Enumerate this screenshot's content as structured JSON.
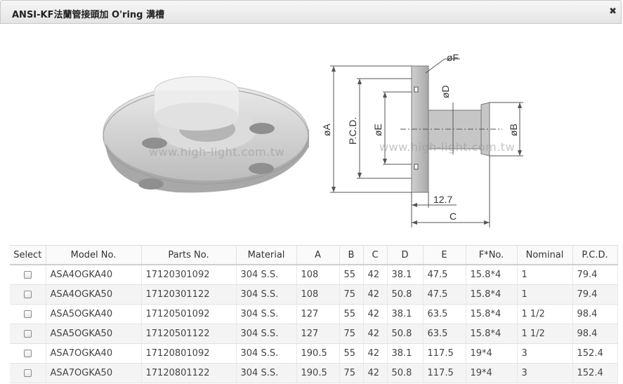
{
  "dialog": {
    "title": "ANSI-KF法蘭管接頭加 O'ring 溝槽",
    "close_symbol": "✖"
  },
  "watermark": {
    "url": "www.high-light.com.tw"
  },
  "drawing_labels": {
    "phiF": "øF",
    "phiD": "øD",
    "phiA": "øA",
    "pcd": "P.C.D.",
    "phiE": "øE",
    "phiB": "øB",
    "dim127": "12.7",
    "c": "C"
  },
  "table": {
    "headers": [
      "Select",
      "Model No.",
      "Parts No.",
      "Material",
      "A",
      "B",
      "C",
      "D",
      "E",
      "F*No.",
      "Nominal",
      "P.C.D."
    ],
    "rows": [
      [
        "ASA4OGKA40",
        "17120301092",
        "304 S.S.",
        "108",
        "55",
        "42",
        "38.1",
        "47.5",
        "15.8*4",
        "1",
        "79.4"
      ],
      [
        "ASA4OGKA50",
        "17120301122",
        "304 S.S.",
        "108",
        "75",
        "42",
        "50.8",
        "47.5",
        "15.8*4",
        "1",
        "79.4"
      ],
      [
        "ASA5OGKA40",
        "17120501092",
        "304 S.S.",
        "127",
        "55",
        "42",
        "38.1",
        "63.5",
        "15.8*4",
        "1 1/2",
        "98.4"
      ],
      [
        "ASA5OGKA50",
        "17120501122",
        "304 S.S.",
        "127",
        "75",
        "42",
        "50.8",
        "63.5",
        "15.8*4",
        "1 1/2",
        "98.4"
      ],
      [
        "ASA7OGKA40",
        "17120801092",
        "304 S.S.",
        "190.5",
        "55",
        "42",
        "38.1",
        "117.5",
        "19*4",
        "3",
        "152.4"
      ],
      [
        "ASA7OGKA50",
        "17120801122",
        "304 S.S.",
        "190.5",
        "75",
        "42",
        "50.8",
        "117.5",
        "19*4",
        "3",
        "152.4"
      ]
    ]
  }
}
